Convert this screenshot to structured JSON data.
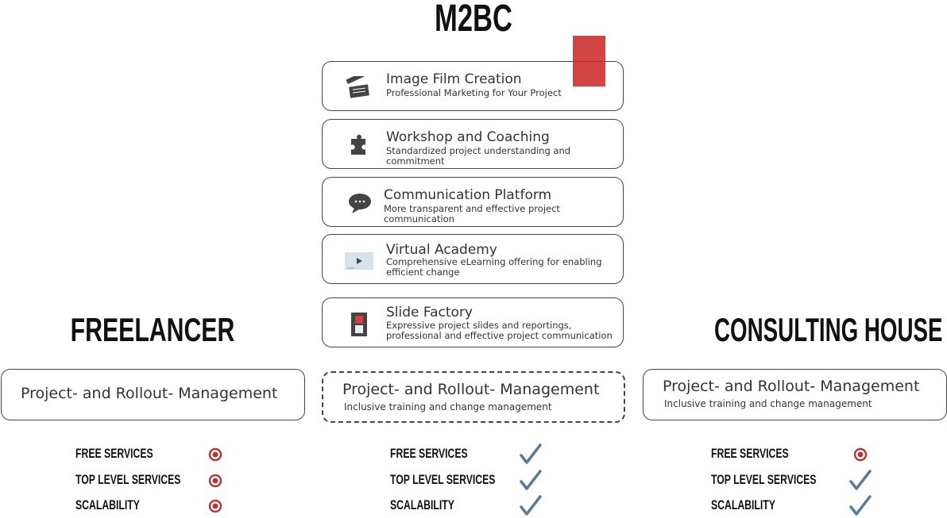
{
  "title": "M2BC",
  "services": [
    {
      "title": "Image Film Creation",
      "subtitle": "Professional Marketing for Your Project",
      "icon": "clapperboard-icon"
    },
    {
      "title": "Workshop and Coaching",
      "subtitle": "Standardized project understanding and commitment",
      "icon": "puzzle-icon"
    },
    {
      "title": "Communication Platform",
      "subtitle": "More transparent and effective  project communication",
      "icon": "chat-bubble-icon"
    },
    {
      "title": "Virtual Academy",
      "subtitle": "Comprehensive eLearning offering for enabling efficient change",
      "icon": "video-player-icon"
    },
    {
      "title": "Slide Factory",
      "subtitle": "Expressive project slides and reportings, professional and effective project communication",
      "icon": "film-strip-icon"
    }
  ],
  "columns": [
    {
      "heading": "FREELANCER",
      "box_title": "Project- and Rollout- Management",
      "box_subtitle": "",
      "features": [
        "FREE SERVICES",
        "TOP LEVEL SERVICES",
        "SCALABILITY"
      ],
      "marks": [
        "no",
        "no",
        "no"
      ]
    },
    {
      "heading": "",
      "box_title": "Project- and Rollout- Management",
      "box_subtitle": "Inclusive training and change management",
      "features": [
        "FREE SERVICES",
        "TOP LEVEL SERVICES",
        "SCALABILITY"
      ],
      "marks": [
        "yes",
        "yes",
        "yes"
      ]
    },
    {
      "heading": "CONSULTING HOUSE",
      "box_title": "Project- and Rollout- Management",
      "box_subtitle": "Inclusive training and change management",
      "features": [
        "FREE SERVICES",
        "TOP LEVEL SERVICES",
        "SCALABILITY"
      ],
      "marks": [
        "no",
        "yes",
        "yes"
      ]
    }
  ],
  "colors": {
    "check": "#5a7d97",
    "cross": "#b23a3a",
    "accent": "#cc2a2a"
  }
}
